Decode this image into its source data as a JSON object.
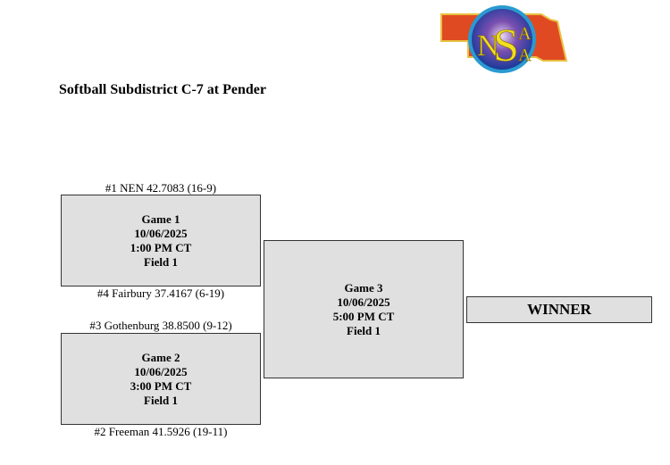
{
  "logo": {
    "text": "NSAA"
  },
  "title": "Softball Subdistrict C-7 at Pender",
  "teams": {
    "t1": "#1 NEN 42.7083 (16-9)",
    "t4": "#4 Fairbury 37.4167 (6-19)",
    "t3": "#3 Gothenburg 38.8500 (9-12)",
    "t2": "#2 Freeman 41.5926 (19-11)"
  },
  "games": [
    {
      "name": "Game 1",
      "date": "10/06/2025",
      "time": "1:00 PM CT",
      "field": "Field 1"
    },
    {
      "name": "Game 2",
      "date": "10/06/2025",
      "time": "3:00 PM CT",
      "field": "Field 1"
    },
    {
      "name": "Game 3",
      "date": "10/06/2025",
      "time": "5:00 PM CT",
      "field": "Field 1"
    }
  ],
  "winner": "WINNER"
}
